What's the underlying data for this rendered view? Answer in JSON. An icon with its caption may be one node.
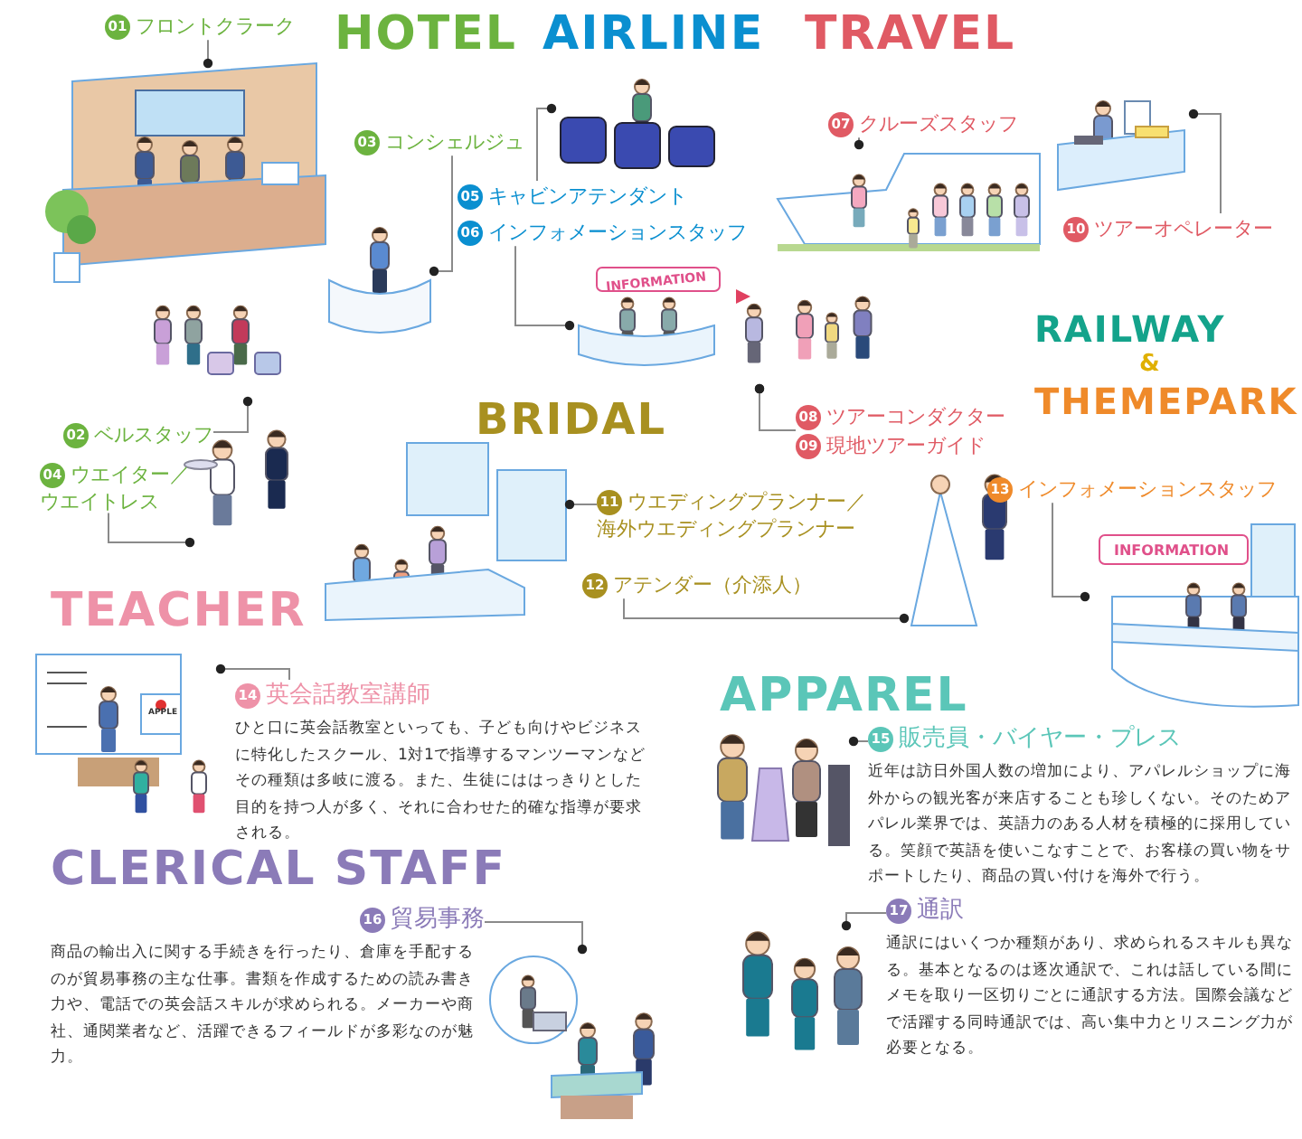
{
  "diagram": {
    "nodes": [
      {
        "text": [
          "01",
          "フロントクラーク"
        ]
      },
      {
        "text": [],
        "shape": "picture"
      },
      {
        "text": [
          "03",
          "コンシェルジュ"
        ]
      },
      {
        "text": [],
        "shape": "picture"
      },
      {
        "text": [
          "02",
          "ベルスタッフ"
        ]
      },
      {
        "text": [],
        "shape": "picture"
      },
      {
        "text": [
          "04",
          "ウエイター／ウエイトレス"
        ]
      },
      {
        "text": [],
        "shape": "picture"
      },
      {
        "text": [
          "05",
          "キャビンアテンダント"
        ]
      },
      {
        "text": [],
        "shape": "picture"
      },
      {
        "text": [
          "06",
          "インフォメーションスタッフ"
        ]
      },
      {
        "text": [],
        "shape": "picture"
      },
      {
        "text": [
          "07",
          "クルーズスタッフ"
        ]
      },
      {
        "text": [],
        "shape": "picture"
      },
      {
        "text": [
          "08",
          "ツアーコンダクター"
        ]
      },
      {
        "text": [
          "09",
          "現地ツアーガイド"
        ]
      },
      {
        "text": [],
        "shape": "picture"
      },
      {
        "text": [
          "10",
          "ツアーオペレーター"
        ]
      },
      {
        "text": [],
        "shape": "picture"
      },
      {
        "text": [
          "11",
          "ウエディングプランナー／海外ウエディングプランナー"
        ]
      },
      {
        "text": [],
        "shape": "picture"
      },
      {
        "text": [
          "12",
          "アテンダー（介添人）"
        ]
      },
      {
        "text": [],
        "shape": "picture"
      },
      {
        "text": [
          "13",
          "インフォメーションスタッフ"
        ]
      },
      {
        "text": [],
        "shape": "picture"
      },
      {
        "text": [
          "14",
          "英会話教室講師",
          "ひと口に英会話教室といっても、子ども向けやビジネスに特化したスクール、1対1で指導するマンツーマンなどその種類は多岐に渡る。また、生徒にははっきりとした目的を持つ人が多く、それに合わせた的確な指導が要求される。"
        ]
      },
      {
        "text": [],
        "shape": "picture"
      },
      {
        "text": [
          "15",
          "販売員・バイヤー・プレス",
          "近年は訪日外国人数の増加により、アパレルショップに海外からの観光客が来店することも珍しくない。そのためアパレル業界では、英語力のある人材を積極的に採用している。笑顔で英語を使いこなすことで、お客様の買い物をサポートしたり、商品の買い付けを海外で行う。"
        ]
      },
      {
        "text": [],
        "shape": "picture"
      },
      {
        "text": [
          "16",
          "貿易事務",
          "商品の輸出入に関する手続きを行ったり、倉庫を手配するのが貿易事務の主な仕事。書類を作成するための読み書き力や、電話での英会話スキルが求められる。メーカーや商社、通関業者など、活躍できるフィールドが多彩なのが魅力。"
        ]
      },
      {
        "text": [],
        "shape": "picture"
      },
      {
        "text": [
          "17",
          "通訳",
          "通訳にはいくつか種類があり、求められるスキルも異なる。基本となるのは逐次通訳で、これは話している間にメモを取り一区切りごとに通訳する方法。国際会議などで活躍する同時通訳では、高い集中力とリスニング力が必要となる。"
        ]
      },
      {
        "text": [],
        "shape": "picture"
      }
    ],
    "edges": [
      {
        "from": 0,
        "to": 1,
        "arrow": "other"
      },
      {
        "from": 2,
        "to": 3,
        "arrow": "other"
      },
      {
        "from": 4,
        "to": 5,
        "arrow": "other"
      },
      {
        "from": 6,
        "to": 7,
        "arrow": "other"
      },
      {
        "from": 8,
        "to": 9,
        "arrow": "other"
      },
      {
        "from": 10,
        "to": 11,
        "arrow": "other"
      },
      {
        "from": 12,
        "to": 13,
        "arrow": "other"
      },
      {
        "from": 14,
        "to": 16,
        "arrow": "other"
      },
      {
        "from": 15,
        "to": 16,
        "arrow": "other"
      },
      {
        "from": 17,
        "to": 18,
        "arrow": "other"
      },
      {
        "from": 19,
        "to": 20,
        "arrow": "other"
      },
      {
        "from": 21,
        "to": 22,
        "arrow": "other"
      },
      {
        "from": 23,
        "to": 24,
        "arrow": "other"
      },
      {
        "from": 25,
        "to": 26,
        "arrow": "other"
      },
      {
        "from": 27,
        "to": 28,
        "arrow": "other"
      },
      {
        "from": 29,
        "to": 30,
        "arrow": "other"
      },
      {
        "from": 31,
        "to": 32,
        "arrow": "other"
      }
    ],
    "labels": [
      "HOTEL",
      "AIRLINE",
      "TRAVEL",
      "INFORMATION",
      "RAILWAY",
      "&",
      "THEMEPARK",
      "BRIDAL",
      "INFORMATION",
      "TEACHER",
      "APPLE",
      "APPAREL",
      "CLERICAL STAFF"
    ]
  }
}
